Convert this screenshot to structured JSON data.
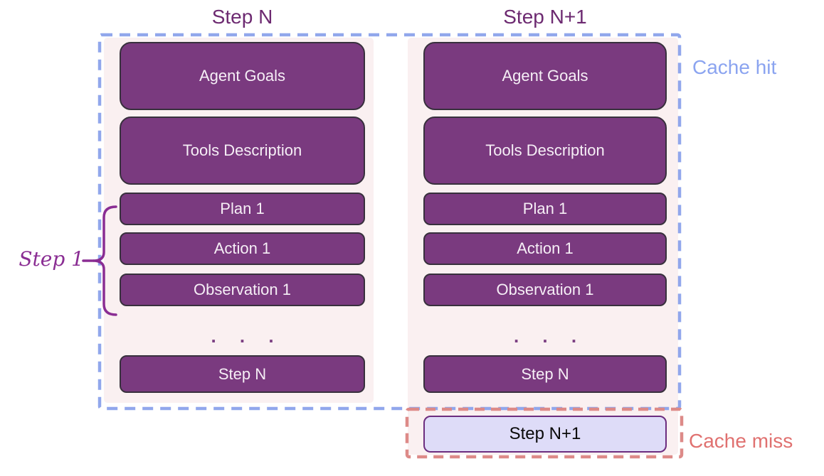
{
  "diagram": {
    "columns": [
      {
        "title": "Step N",
        "boxes": [
          "Agent Goals",
          "Tools Description",
          "Plan 1",
          "Action 1",
          "Observation 1"
        ],
        "ellipsis": ". . .",
        "step_box": "Step N"
      },
      {
        "title": "Step N+1",
        "boxes": [
          "Agent Goals",
          "Tools Description",
          "Plan 1",
          "Action 1",
          "Observation 1"
        ],
        "ellipsis": ". . .",
        "step_box": "Step N",
        "new_step_box": "Step N+1"
      }
    ],
    "annotations": {
      "cache_hit": "Cache hit",
      "cache_miss": "Cache miss",
      "step_1_bracket": "Step 1"
    },
    "colors": {
      "box_fill": "#7a3a7f",
      "box_border": "#38303d",
      "box_text": "#f6eff6",
      "panel_bg": "#faf0f1",
      "cache_hit_border": "#91a7ec",
      "cache_hit_text": "#8ba4f0",
      "cache_miss_border": "#dd8a88",
      "cache_miss_text": "#e07170",
      "new_step_fill": "#dedcf8",
      "new_step_border": "#6c2d7f",
      "new_step_text": "#0a0a0a",
      "column_title": "#6d2a71",
      "bracket": "#8a2d93",
      "ellipsis": "#7b3f82"
    }
  }
}
